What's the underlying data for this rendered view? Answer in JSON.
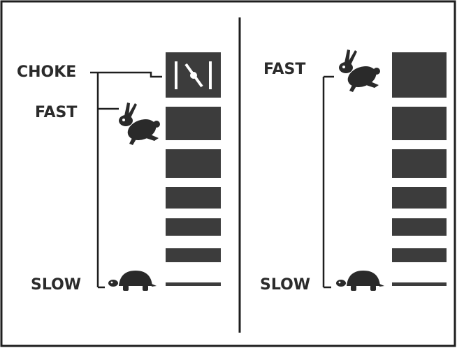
{
  "colors": {
    "ink": "#1e1e1e",
    "bar": "#3c3c3c",
    "icon": "#2a2a2a",
    "background": "#ffffff"
  },
  "left_panel": {
    "labels": {
      "choke": "CHOKE",
      "fast": "FAST",
      "slow": "SLOW"
    },
    "icons": {
      "choke": "choke-icon",
      "fast": "rabbit-icon",
      "slow": "turtle-icon"
    }
  },
  "right_panel": {
    "labels": {
      "fast": "FAST",
      "slow": "SLOW"
    },
    "icons": {
      "fast": "rabbit-icon",
      "slow": "turtle-icon"
    }
  }
}
